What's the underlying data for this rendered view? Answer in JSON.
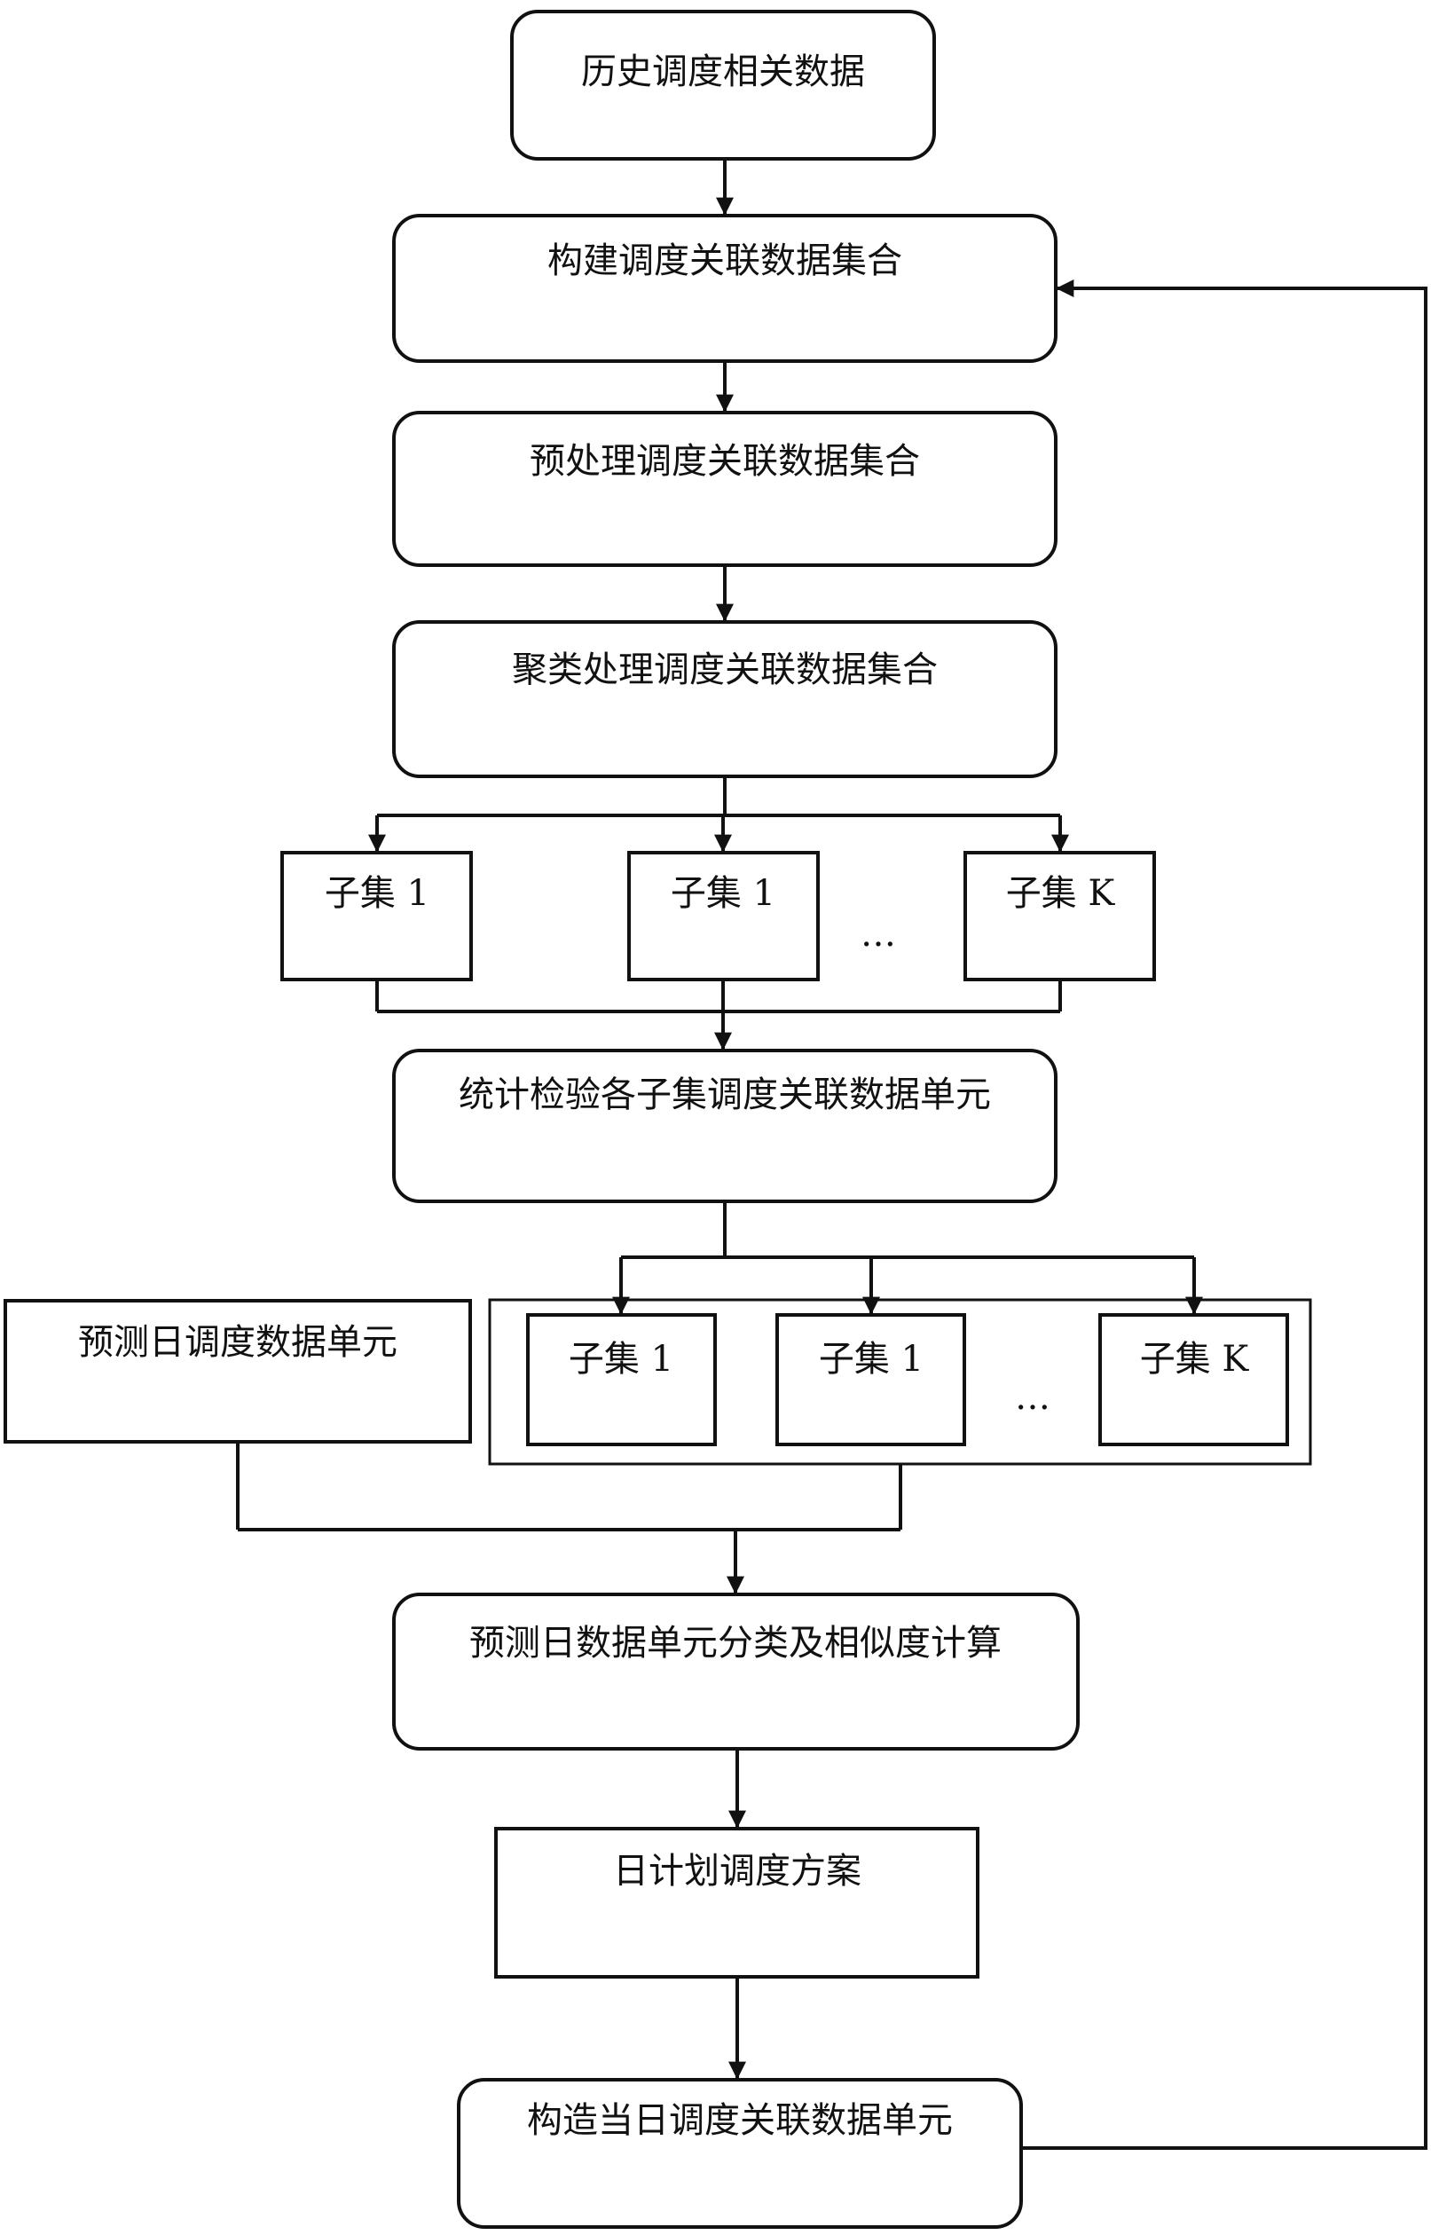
{
  "diagram": {
    "nodes": {
      "history": "历史调度相关数据",
      "build_set": "构建调度关联数据集合",
      "preprocess": "预处理调度关联数据集合",
      "cluster": "聚类处理调度关联数据集合",
      "subset_a1": "子集 1",
      "subset_a2": "子集 1",
      "subset_ak": "子集 K",
      "ellipsis_a": "…",
      "statistic_test": "统计检验各子集调度关联数据单元",
      "forecast_day_unit": "预测日调度数据单元",
      "subset_b1": "子集 1",
      "subset_b2": "子集 1",
      "subset_bk": "子集 K",
      "ellipsis_b": "…",
      "classify_similarity": "预测日数据单元分类及相似度计算",
      "daily_plan": "日计划调度方案",
      "construct_today": "构造当日调度关联数据单元"
    }
  }
}
